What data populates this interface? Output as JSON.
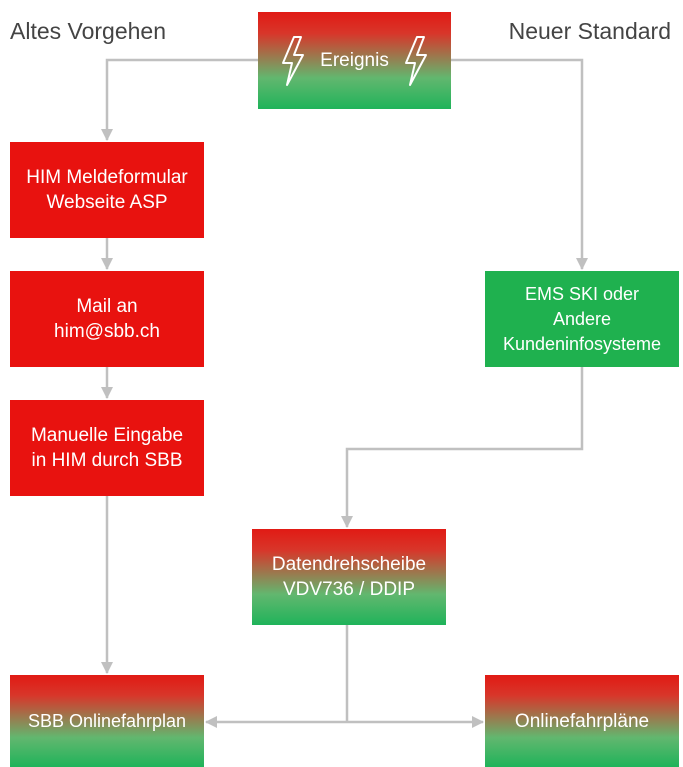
{
  "headings": {
    "left": "Altes Vorgehen",
    "right": "Neuer Standard"
  },
  "nodes": {
    "event": "Ereignis",
    "him_form": [
      "HIM Meldeformular",
      "Webseite ASP"
    ],
    "mail": [
      "Mail an",
      "him@sbb.ch"
    ],
    "manual": [
      "Manuelle Eingabe",
      "in HIM durch SBB"
    ],
    "ems": [
      "EMS SKI oder",
      "Andere",
      "Kundeninfosysteme"
    ],
    "hub": [
      "Datendrehscheibe",
      "VDV736 / DDIP"
    ],
    "sbb_online": "SBB Onlinefahrplan",
    "online": "Onlinefahrpläne"
  },
  "icons": {
    "event_left": "lightning-bolt-icon",
    "event_right": "lightning-bolt-icon"
  },
  "colors": {
    "red": "#e8120f",
    "green": "#1fb14f",
    "connector": "#c0c0c0",
    "heading_text": "#444444"
  }
}
